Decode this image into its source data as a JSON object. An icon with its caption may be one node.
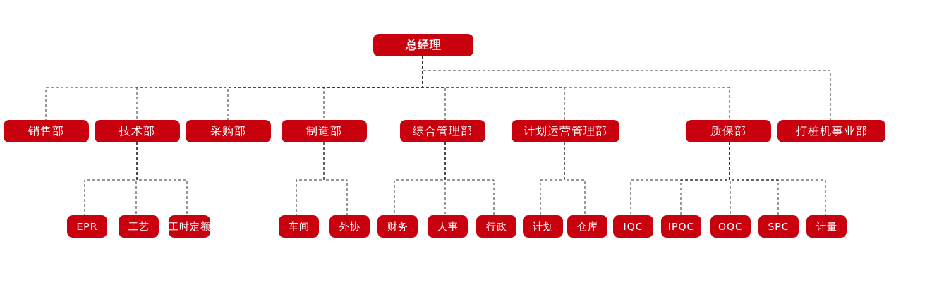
{
  "diagram": {
    "nodes": [
      {
        "text": [
          "总经理"
        ]
      },
      {
        "text": [
          "销售部"
        ]
      },
      {
        "text": [
          "技术部"
        ]
      },
      {
        "text": [
          "采购部"
        ]
      },
      {
        "text": [
          "制造部"
        ]
      },
      {
        "text": [
          "综合管理部"
        ]
      },
      {
        "text": [
          "计划运营管理部"
        ]
      },
      {
        "text": [
          "质保部"
        ]
      },
      {
        "text": [
          "打桩机事业部"
        ]
      },
      {
        "text": [
          "EPR"
        ]
      },
      {
        "text": [
          "工艺"
        ]
      },
      {
        "text": [
          "工时定额"
        ]
      },
      {
        "text": [
          "车间"
        ]
      },
      {
        "text": [
          "外协"
        ]
      },
      {
        "text": [
          "财务"
        ]
      },
      {
        "text": [
          "人事"
        ]
      },
      {
        "text": [
          "行政"
        ]
      },
      {
        "text": [
          "计划"
        ]
      },
      {
        "text": [
          "仓库"
        ]
      },
      {
        "text": [
          "IQC"
        ]
      },
      {
        "text": [
          "IPQC"
        ]
      },
      {
        "text": [
          "OQC"
        ]
      },
      {
        "text": [
          "SPC"
        ]
      },
      {
        "text": [
          "计量"
        ]
      }
    ],
    "edges": [
      {
        "from": 0,
        "to": 1,
        "arrow": "none",
        "style": "dashed"
      },
      {
        "from": 0,
        "to": 2,
        "arrow": "none",
        "style": "dashed"
      },
      {
        "from": 0,
        "to": 3,
        "arrow": "none",
        "style": "dashed"
      },
      {
        "from": 0,
        "to": 4,
        "arrow": "none",
        "style": "dashed"
      },
      {
        "from": 0,
        "to": 5,
        "arrow": "none",
        "style": "dashed"
      },
      {
        "from": 0,
        "to": 6,
        "arrow": "none",
        "style": "dashed"
      },
      {
        "from": 0,
        "to": 7,
        "arrow": "none",
        "style": "dashed"
      },
      {
        "from": 0,
        "to": 8,
        "arrow": "none",
        "style": "dashed"
      },
      {
        "from": 2,
        "to": 9,
        "arrow": "none",
        "style": "dashed"
      },
      {
        "from": 2,
        "to": 10,
        "arrow": "none",
        "style": "dashed"
      },
      {
        "from": 2,
        "to": 11,
        "arrow": "none",
        "style": "dashed"
      },
      {
        "from": 4,
        "to": 12,
        "arrow": "none",
        "style": "dashed"
      },
      {
        "from": 4,
        "to": 13,
        "arrow": "none",
        "style": "dashed"
      },
      {
        "from": 5,
        "to": 14,
        "arrow": "none",
        "style": "dashed"
      },
      {
        "from": 5,
        "to": 15,
        "arrow": "none",
        "style": "dashed"
      },
      {
        "from": 5,
        "to": 16,
        "arrow": "none",
        "style": "dashed"
      },
      {
        "from": 6,
        "to": 17,
        "arrow": "none",
        "style": "dashed"
      },
      {
        "from": 6,
        "to": 18,
        "arrow": "none",
        "style": "dashed"
      },
      {
        "from": 7,
        "to": 19,
        "arrow": "none",
        "style": "dashed"
      },
      {
        "from": 7,
        "to": 20,
        "arrow": "none",
        "style": "dashed"
      },
      {
        "from": 7,
        "to": 21,
        "arrow": "none",
        "style": "dashed"
      },
      {
        "from": 7,
        "to": 22,
        "arrow": "none",
        "style": "dashed"
      },
      {
        "from": 7,
        "to": 23,
        "arrow": "none",
        "style": "dashed"
      }
    ]
  }
}
